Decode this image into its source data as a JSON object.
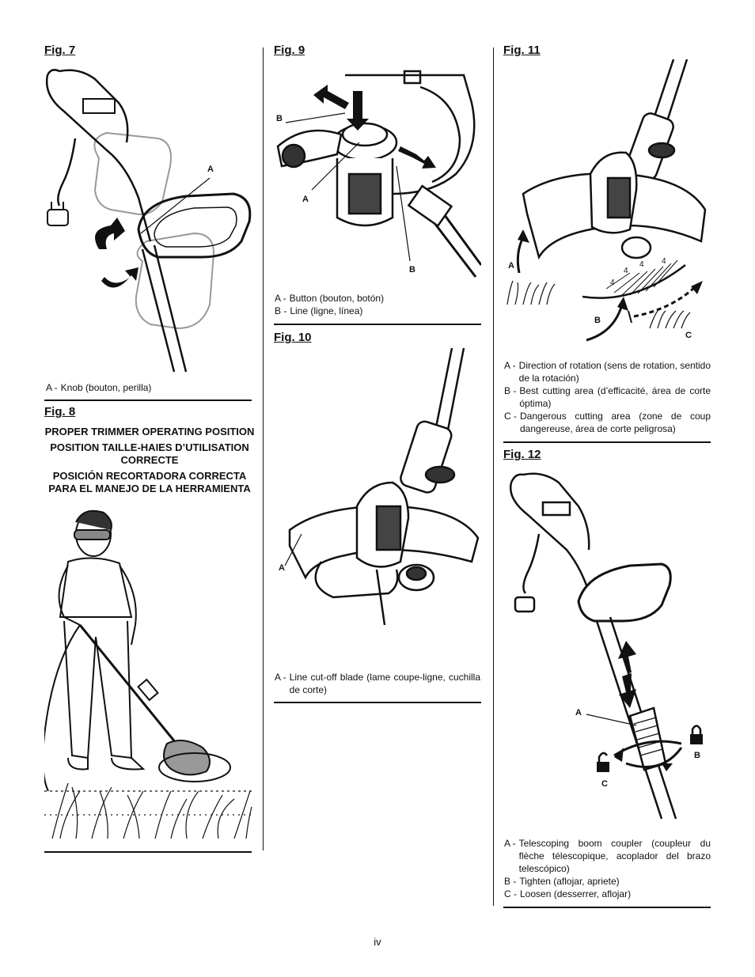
{
  "fig7": {
    "title": "Fig. 7",
    "label_a": "A",
    "caption": [
      {
        "key": "A -",
        "text": "Knob (bouton, perilla)"
      }
    ]
  },
  "fig8": {
    "title": "Fig. 8",
    "headings": [
      "PROPER TRIMMER OPERATING POSITION",
      "POSITION TAILLE-HAIES D’UTILISATION CORRECTE",
      "POSICIÓN RECORTADORA CORRECTA PARA EL MANEJO DE LA HERRAMIENTA"
    ]
  },
  "fig9": {
    "title": "Fig. 9",
    "label_a": "A",
    "label_b_top": "B",
    "label_b_bottom": "B",
    "caption": [
      {
        "key": "A -",
        "text": "Button (bouton, botón)"
      },
      {
        "key": "B -",
        "text": "Line (ligne, línea)"
      }
    ]
  },
  "fig10": {
    "title": "Fig. 10",
    "label_a": "A",
    "caption": [
      {
        "key": "A -",
        "text": "Line cut-off blade (lame coupe-ligne, cuchilla de corte)"
      }
    ]
  },
  "fig11": {
    "title": "Fig. 11",
    "label_a": "A",
    "label_b": "B",
    "label_c": "C",
    "caption": [
      {
        "key": "A -",
        "text": "Direction of rotation (sens de rotation, sentido de la rotación)"
      },
      {
        "key": "B -",
        "text": "Best cutting area (d’efficacité, área de corte óptima)"
      },
      {
        "key": "C -",
        "text": "Dangerous cutting area (zone de coup dangereuse, área de corte peligrosa)"
      }
    ]
  },
  "fig12": {
    "title": "Fig. 12",
    "label_a": "A",
    "label_b": "B",
    "label_c": "C",
    "caption": [
      {
        "key": "A -",
        "text": "Telescoping boom coupler (coupleur du flèche télescopique, acoplador del brazo telescópico)"
      },
      {
        "key": "B -",
        "text": "Tighten (aflojar, apriete)"
      },
      {
        "key": "C -",
        "text": "Loosen (desserrer, aflojar)"
      }
    ]
  },
  "page_number": "iv"
}
